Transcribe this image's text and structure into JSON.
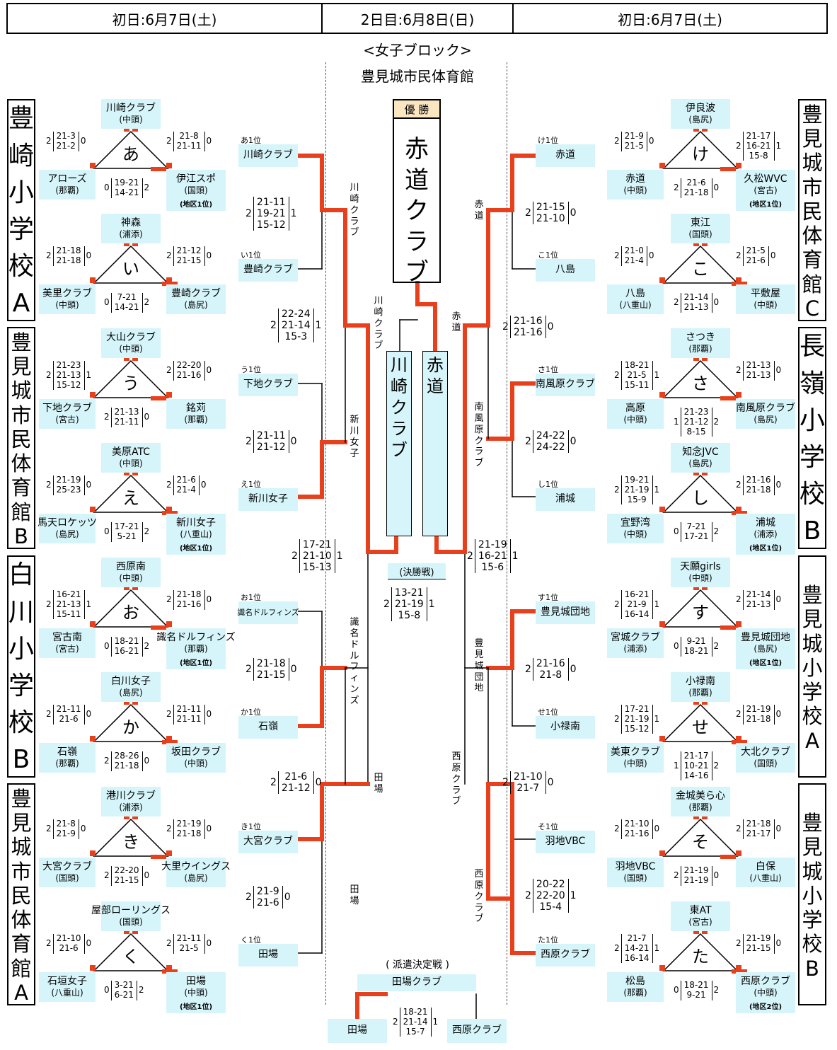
{
  "header": {
    "left": "初日:6月7日(土)",
    "center": "2日目:6月8日(日)",
    "right": "初日:6月7日(土)"
  },
  "block_title": "<女子ブロック>",
  "final_venue": "豊見城市民体育館",
  "champion": {
    "label": "優 勝",
    "name": "赤道クラブ"
  },
  "venues": {
    "l1": "豊崎小学校A",
    "l2": "豊見城市民体育館B",
    "l3": "白川小学校B",
    "l4": "豊見城市民体育館A",
    "r1": "豊見城市民体育館C",
    "r2": "長嶺小学校B",
    "r3": "豊見城小学校A",
    "r4": "豊見城小学校B"
  },
  "groups": [
    {
      "g": "あ",
      "top": [
        "川崎クラブ",
        "(中頭)"
      ],
      "bl": [
        "アローズ",
        "(那覇)"
      ],
      "br": [
        "伊江スポ",
        "(国頭)"
      ],
      "note": "(地区1位)",
      "sl": [
        "2",
        "21-3\n21-2",
        "0"
      ],
      "sr": [
        "2",
        "21-8\n21-11",
        "0"
      ],
      "sb": [
        "0",
        "19-21\n14-21",
        "2"
      ]
    },
    {
      "g": "い",
      "top": [
        "神森",
        "(浦添)"
      ],
      "bl": [
        "美里クラブ",
        "(中頭)"
      ],
      "br": [
        "豊崎クラブ",
        "(島尻)"
      ],
      "note": "",
      "sl": [
        "2",
        "21-18\n21-18",
        "0"
      ],
      "sr": [
        "2",
        "21-12\n21-15",
        "0"
      ],
      "sb": [
        "0",
        "7-21\n14-21",
        "2"
      ]
    },
    {
      "g": "う",
      "top": [
        "大山クラブ",
        "(中頭)"
      ],
      "bl": [
        "下地クラブ",
        "(宮古)"
      ],
      "br": [
        "銘苅",
        "(那覇)"
      ],
      "note": "",
      "sl": [
        "2",
        "21-23\n21-13\n15-12",
        "1"
      ],
      "sr": [
        "2",
        "22-20\n21-16",
        "0"
      ],
      "sb": [
        "2",
        "21-13\n21-11",
        "0"
      ]
    },
    {
      "g": "え",
      "top": [
        "美原ATC",
        "(中頭)"
      ],
      "bl": [
        "馬天ロケッツ",
        "(島尻)"
      ],
      "br": [
        "新川女子",
        "(八重山)"
      ],
      "note": "(地区1位)",
      "sl": [
        "2",
        "21-19\n25-23",
        "0"
      ],
      "sr": [
        "2",
        "21-6\n21-4",
        "0"
      ],
      "sb": [
        "0",
        "17-21\n5-21",
        "2"
      ]
    },
    {
      "g": "お",
      "top": [
        "西原南",
        "(中頭)"
      ],
      "bl": [
        "宮古南",
        "(宮古)"
      ],
      "br": [
        "識名ドルフィンズ",
        "(那覇)"
      ],
      "note": "(地区1位)",
      "sl": [
        "2",
        "16-21\n21-13\n15-11",
        "1"
      ],
      "sr": [
        "2",
        "21-18\n21-16",
        "0"
      ],
      "sb": [
        "0",
        "18-21\n16-21",
        "2"
      ]
    },
    {
      "g": "か",
      "top": [
        "白川女子",
        "(島尻)"
      ],
      "bl": [
        "石嶺",
        "(那覇)"
      ],
      "br": [
        "坂田クラブ",
        "(中頭)"
      ],
      "note": "",
      "sl": [
        "2",
        "21-11\n21-6",
        "0"
      ],
      "sr": [
        "2",
        "21-11\n21-11",
        "0"
      ],
      "sb": [
        "2",
        "28-26\n21-18",
        "0"
      ]
    },
    {
      "g": "き",
      "top": [
        "港川クラブ",
        "(浦添)"
      ],
      "bl": [
        "大宮クラブ",
        "(国頭)"
      ],
      "br": [
        "大里ウイングス",
        "(島尻)"
      ],
      "note": "",
      "sl": [
        "2",
        "21-8\n21-9",
        "0"
      ],
      "sr": [
        "2",
        "21-19\n21-18",
        "0"
      ],
      "sb": [
        "2",
        "22-20\n21-15",
        "0"
      ]
    },
    {
      "g": "く",
      "top": [
        "屋部ローリングス",
        "(国頭)"
      ],
      "bl": [
        "石垣女子",
        "(八重山)"
      ],
      "br": [
        "田場",
        "(中頭)"
      ],
      "note": "(地区1位)",
      "sl": [
        "2",
        "21-10\n21-6",
        "0"
      ],
      "sr": [
        "2",
        "21-11\n21-5",
        "0"
      ],
      "sb": [
        "0",
        "3-21\n6-21",
        "2"
      ]
    },
    {
      "g": "け",
      "top": [
        "伊良波",
        "(島尻)"
      ],
      "bl": [
        "赤道",
        "(中頭)"
      ],
      "br": [
        "久松WVC",
        "(宮古)"
      ],
      "note": "(地区1位)",
      "sl": [
        "2",
        "21-9\n21-5",
        "0"
      ],
      "sr": [
        "2",
        "21-17\n16-21\n15-8",
        "1"
      ],
      "sb": [
        "2",
        "21-6\n21-18",
        "0"
      ]
    },
    {
      "g": "こ",
      "top": [
        "東江",
        "(国頭)"
      ],
      "bl": [
        "八島",
        "(八重山)"
      ],
      "br": [
        "平敷屋",
        "(中頭)"
      ],
      "note": "",
      "sl": [
        "2",
        "21-0\n21-4",
        "0"
      ],
      "sr": [
        "2",
        "21-5\n21-6",
        "0"
      ],
      "sb": [
        "2",
        "21-14\n21-13",
        "0"
      ]
    },
    {
      "g": "さ",
      "top": [
        "さつき",
        "(那覇)"
      ],
      "bl": [
        "高原",
        "(中頭)"
      ],
      "br": [
        "南風原クラブ",
        "(島尻)"
      ],
      "note": "",
      "sl": [
        "2",
        "18-21\n21-5\n15-11",
        "1"
      ],
      "sr": [
        "2",
        "21-13\n21-13",
        "0"
      ],
      "sb": [
        "1",
        "21-23\n21-12\n8-15",
        "2"
      ]
    },
    {
      "g": "し",
      "top": [
        "知念JVC",
        "(島尻)"
      ],
      "bl": [
        "宜野湾",
        "(中頭)"
      ],
      "br": [
        "浦城",
        "(浦添)"
      ],
      "note": "(地区1位)",
      "sl": [
        "2",
        "19-21\n21-19\n15-9",
        "1"
      ],
      "sr": [
        "2",
        "21-16\n21-18",
        "0"
      ],
      "sb": [
        "0",
        "7-21\n17-21",
        "2"
      ]
    },
    {
      "g": "す",
      "top": [
        "天願girls",
        "(中頭)"
      ],
      "bl": [
        "宮城クラブ",
        "(浦添)"
      ],
      "br": [
        "豊見城団地",
        "(島尻)"
      ],
      "note": "(地区1位)",
      "sl": [
        "2",
        "16-21\n21-9\n16-14",
        "1"
      ],
      "sr": [
        "2",
        "21-14\n21-13",
        "0"
      ],
      "sb": [
        "0",
        "9-21\n18-21",
        "2"
      ]
    },
    {
      "g": "せ",
      "top": [
        "小禄南",
        "(那覇)"
      ],
      "bl": [
        "美東クラブ",
        "(中頭)"
      ],
      "br": [
        "大北クラブ",
        "(国頭)"
      ],
      "note": "",
      "sl": [
        "2",
        "17-21\n21-19\n15-12",
        "1"
      ],
      "sr": [
        "2",
        "21-19\n21-18",
        "0"
      ],
      "sb": [
        "1",
        "21-17\n10-21\n14-16",
        "2"
      ]
    },
    {
      "g": "そ",
      "top": [
        "金城美ら心",
        "(那覇)"
      ],
      "bl": [
        "羽地VBC",
        "(国頭)"
      ],
      "br": [
        "白保",
        "(八重山)"
      ],
      "note": "",
      "sl": [
        "2",
        "21-10\n21-16",
        "0"
      ],
      "sr": [
        "2",
        "21-18\n21-17",
        "0"
      ],
      "sb": [
        "2",
        "21-19\n21-19",
        "0"
      ]
    },
    {
      "g": "た",
      "top": [
        "東AT",
        "(宮古)"
      ],
      "bl": [
        "松島",
        "(那覇)"
      ],
      "br": [
        "西原クラブ",
        "(中頭)"
      ],
      "note": "(地区2位)",
      "sl": [
        "2",
        "21-7\n14-21\n16-14",
        "1"
      ],
      "sr": [
        "2",
        "21-19\n21-15",
        "0"
      ],
      "sb": [
        "0",
        "18-21\n9-21",
        "2"
      ]
    }
  ],
  "r1": [
    {
      "rank": "あ1位",
      "name": "川崎クラブ"
    },
    {
      "rank": "い1位",
      "name": "豊崎クラブ"
    },
    {
      "rank": "う1位",
      "name": "下地クラブ"
    },
    {
      "rank": "え1位",
      "name": "新川女子"
    },
    {
      "rank": "お1位",
      "name": "識名ドルフィンズ"
    },
    {
      "rank": "か1位",
      "name": "石嶺"
    },
    {
      "rank": "き1位",
      "name": "大宮クラブ"
    },
    {
      "rank": "く1位",
      "name": "田場"
    },
    {
      "rank": "け1位",
      "name": "赤道"
    },
    {
      "rank": "こ1位",
      "name": "八島"
    },
    {
      "rank": "さ1位",
      "name": "南風原クラブ"
    },
    {
      "rank": "し1位",
      "name": "浦城"
    },
    {
      "rank": "す1位",
      "name": "豊見城団地"
    },
    {
      "rank": "せ1位",
      "name": "小禄南"
    },
    {
      "rank": "そ1位",
      "name": "羽地VBC"
    },
    {
      "rank": "た1位",
      "name": "西原クラブ"
    }
  ],
  "bracket_scores": [
    [
      "2",
      "21-11\n19-21\n15-12",
      "1"
    ],
    [
      "2",
      "21-11\n21-12",
      "0"
    ],
    [
      "2",
      "21-18\n21-15",
      "0"
    ],
    [
      "2",
      "21-9\n21-6",
      "0"
    ],
    [
      "2",
      "22-24\n21-14\n15-3",
      "1"
    ],
    [
      "2",
      "21-6\n21-12",
      "0"
    ],
    [
      "2",
      "17-21\n21-10\n15-13",
      "1"
    ],
    [
      "2",
      "21-15\n21-10",
      "0"
    ],
    [
      "2",
      "24-22\n24-22",
      "0"
    ],
    [
      "2",
      "21-16\n21-8",
      "0"
    ],
    [
      "2",
      "20-22\n22-20\n15-4",
      "1"
    ],
    [
      "2",
      "21-16\n21-16",
      "0"
    ],
    [
      "2",
      "21-10\n21-7",
      "0"
    ],
    [
      "2",
      "21-19\n16-21\n15-6",
      "1"
    ]
  ],
  "winners": {
    "w1": "川崎クラブ",
    "w2": "新川女子",
    "w3": "識名ドルフィンズ",
    "w4": "田場",
    "w5": "赤道",
    "w6": "南風原クラブ",
    "w7": "豊見城団地",
    "w8": "西原クラブ",
    "s1": "川崎クラブ",
    "s2": "田場",
    "s3": "赤道",
    "s4": "西原クラブ"
  },
  "final": {
    "left": "川崎クラブ",
    "right": "赤道",
    "label": "(決勝戦)",
    "score": [
      "2",
      "13-21\n21-19\n15-8",
      "1"
    ]
  },
  "playoff": {
    "label": "( 派遣決定戦 )",
    "winner": "田場クラブ",
    "left": "田場",
    "right": "西原クラブ",
    "score": [
      "2",
      "18-21\n21-14\n15-7",
      "1"
    ]
  },
  "colors": {
    "red": "#e8401c",
    "cyan": "#d6f5fa",
    "cream": "#fbe6c2"
  }
}
